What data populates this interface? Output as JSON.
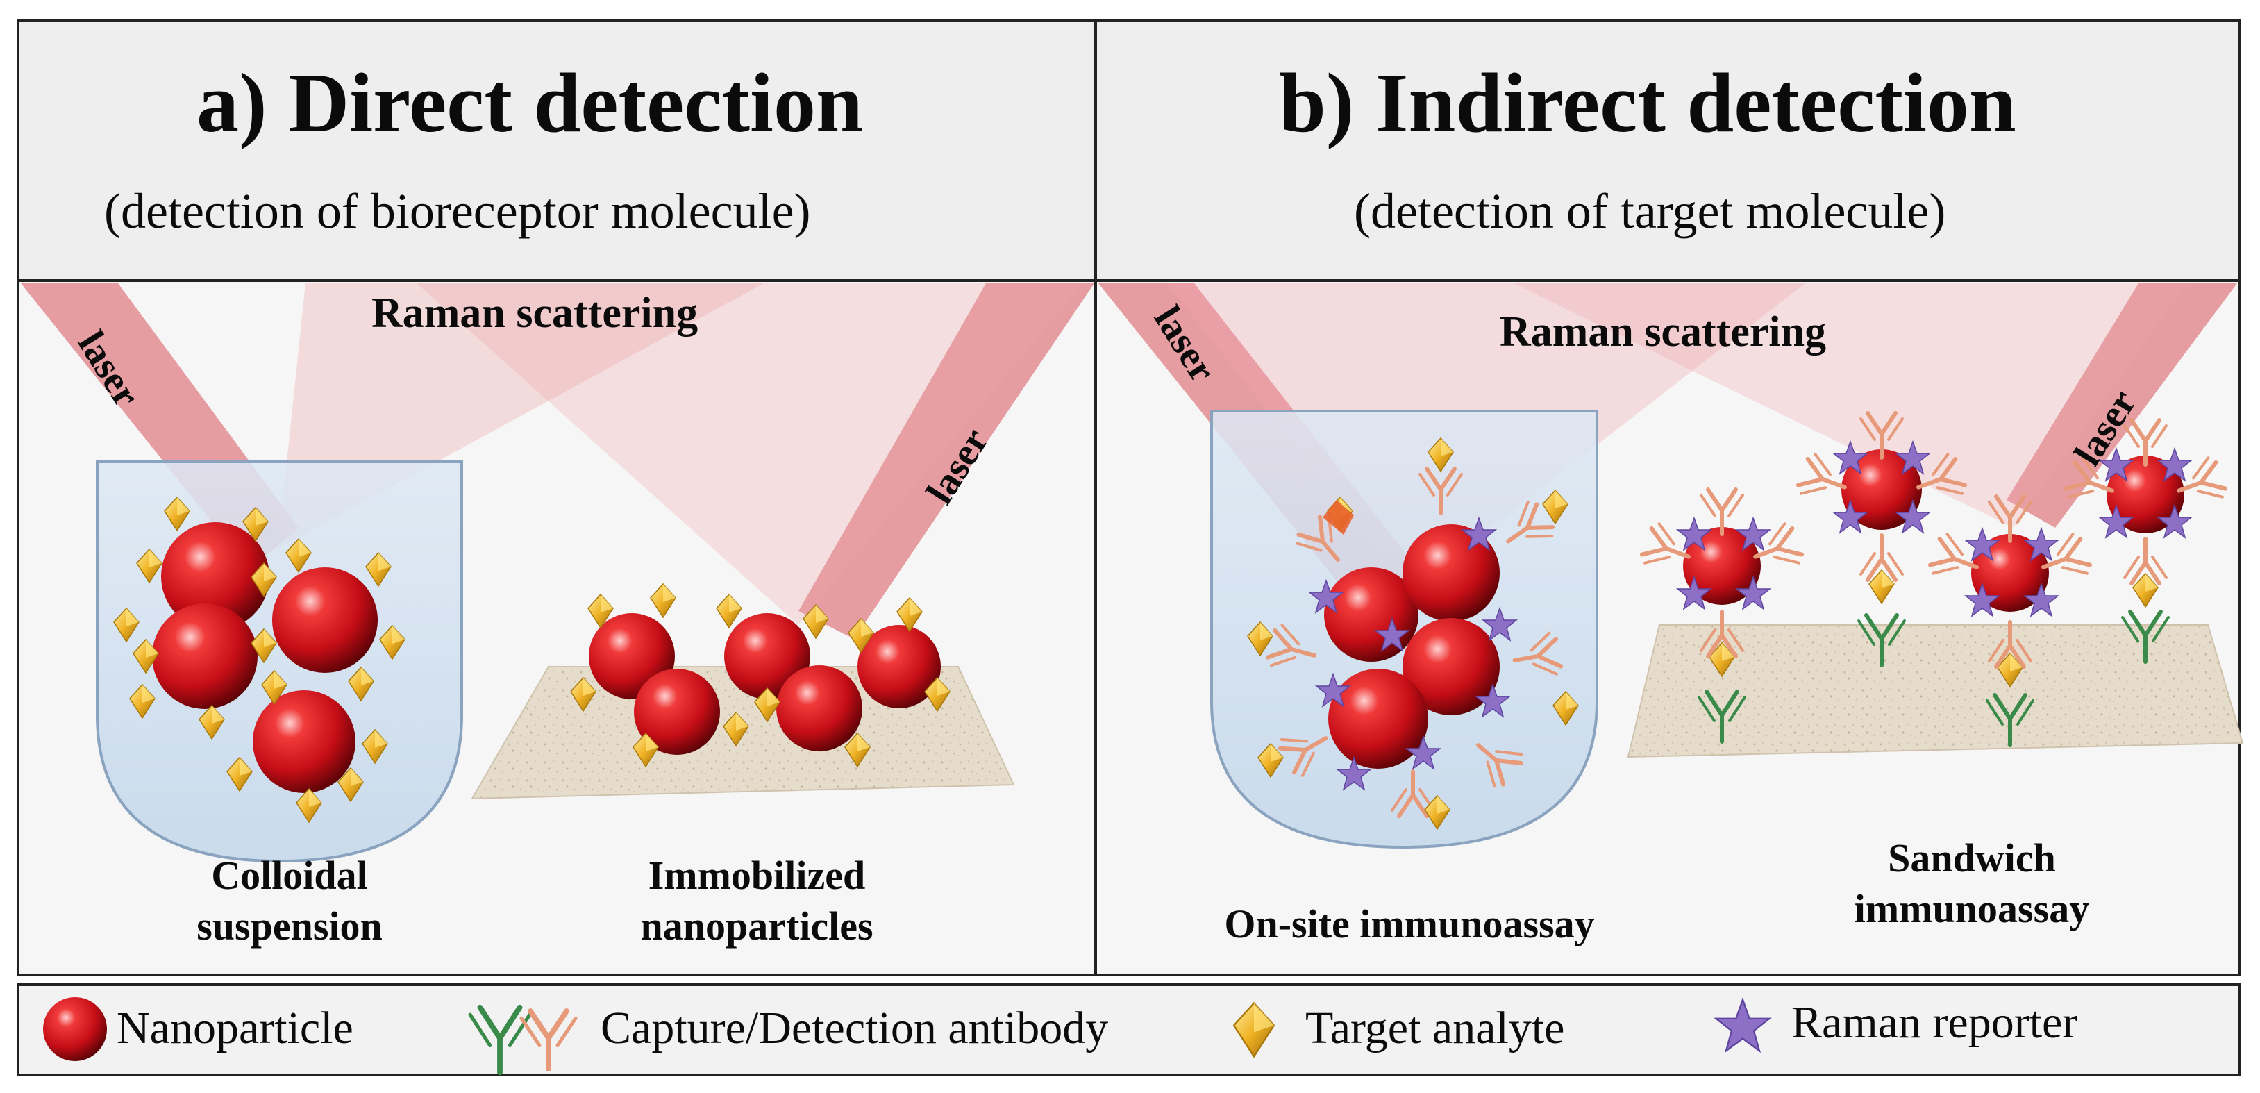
{
  "panel_a": {
    "title": "a) Direct detection",
    "subtitle": "(detection of bioreceptor molecule)",
    "scatter_label": "Raman scattering",
    "laser_left": "laser",
    "laser_right": "laser",
    "caption_left": [
      "Colloidal",
      "suspension"
    ],
    "caption_right": [
      "Immobilized",
      "nanoparticles"
    ]
  },
  "panel_b": {
    "title": "b) Indirect detection",
    "subtitle": "(detection of target molecule)",
    "scatter_label": "Raman scattering",
    "laser_left": "laser",
    "laser_right": "laser",
    "caption_left": "On-site immunoassay",
    "caption_right": [
      "Sandwich",
      "immunoassay"
    ]
  },
  "legend": {
    "nanoparticle": "Nanoparticle",
    "antibody": "Capture/Detection antibody",
    "analyte": "Target analyte",
    "reporter": "Raman reporter"
  },
  "colors": {
    "nanoparticle": "#c8121a",
    "analyte": "#f0b224",
    "reporter": "#8d6fc6",
    "capture_antibody": "#3a8a4a",
    "detection_antibody": "#e79a7a",
    "laser": "#e07f86",
    "header_bg": "#eeeeee",
    "panel_bg": "#f7f7f7"
  }
}
